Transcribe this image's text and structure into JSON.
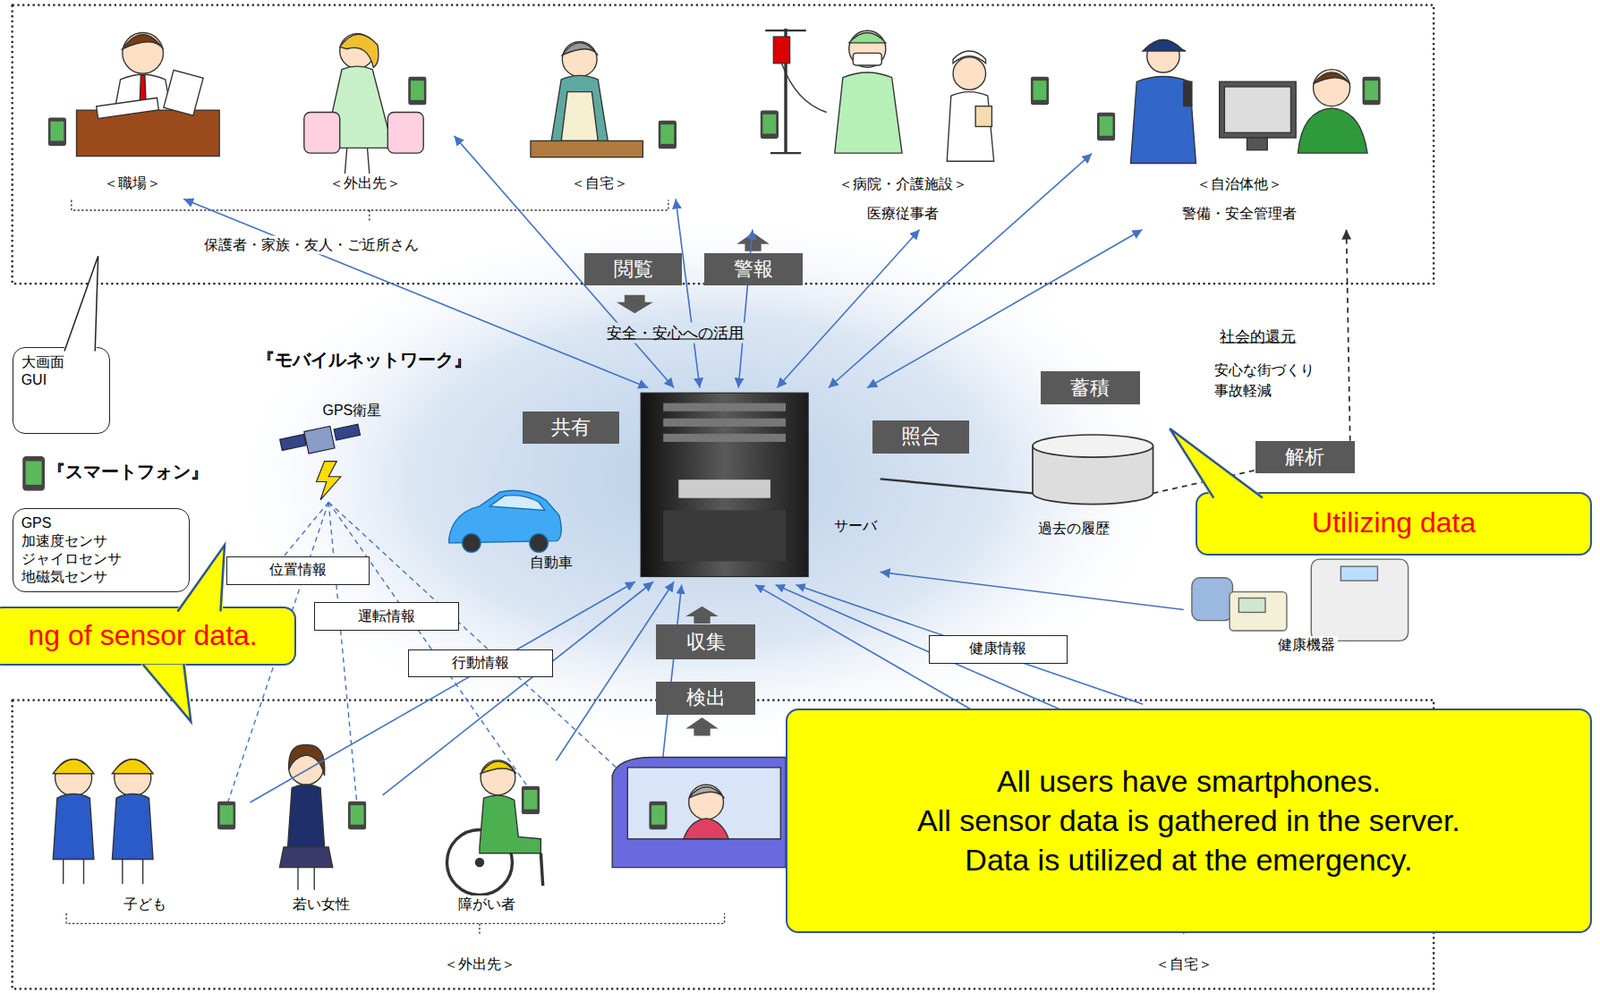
{
  "diagram": {
    "nodes": [
      {
        "text": [
          "＜職場＞"
        ]
      },
      {
        "text": [
          "＜外出先＞"
        ]
      },
      {
        "text": [
          "＜自宅＞"
        ]
      },
      {
        "text": [
          "＜病院・介護施設＞",
          "医療従事者"
        ]
      },
      {
        "text": [
          "＜自治体他＞",
          "警備・安全管理者"
        ]
      },
      {
        "text": [
          "閲覧"
        ]
      },
      {
        "text": [
          "警報"
        ]
      },
      {
        "text": [
          "大画面",
          "GUI"
        ]
      },
      {
        "text": [
          "共有"
        ]
      },
      {
        "text": [
          "サーバ"
        ]
      },
      {
        "text": [
          "照合"
        ]
      },
      {
        "text": [
          "蓄積"
        ]
      },
      {
        "text": [
          "過去の履歴"
        ]
      },
      {
        "text": [
          "解析"
        ]
      },
      {
        "text": [
          "GPS",
          "加速度センサ",
          "ジャイロセンサ",
          "地磁気センサ"
        ]
      },
      {
        "text": [
          "Utilizing data"
        ]
      },
      {
        "text": [
          "位置情報"
        ]
      },
      {
        "text": [
          "運転情報"
        ]
      },
      {
        "text": [
          "ng of sensor data."
        ]
      },
      {
        "text": [
          "行動情報"
        ]
      },
      {
        "text": [
          "収集"
        ]
      },
      {
        "text": [
          "健康情報"
        ]
      },
      {
        "text": [
          "健康機器"
        ]
      },
      {
        "text": [
          "検出"
        ]
      },
      {
        "text": [
          "子ども"
        ]
      },
      {
        "text": [
          "若い女性"
        ]
      },
      {
        "text": [
          "障がい者"
        ]
      },
      {
        "text": [
          "All users have smartphones.",
          "All sensor data is gathered in the server.",
          "Data is utilized at the emergency."
        ]
      }
    ],
    "edges": [
      {
        "from": 9,
        "to": 0,
        "arrow": "both"
      },
      {
        "from": 9,
        "to": 1,
        "arrow": "both"
      },
      {
        "from": 9,
        "to": 2,
        "arrow": "both"
      },
      {
        "from": 9,
        "to": 3,
        "arrow": "both"
      },
      {
        "from": 9,
        "to": 3,
        "arrow": "both"
      },
      {
        "from": 9,
        "to": 4,
        "arrow": "both"
      },
      {
        "from": 9,
        "to": 4,
        "arrow": "both"
      },
      {
        "from": 9,
        "to": 12,
        "arrow": "none"
      },
      {
        "from": 12,
        "to": 13,
        "arrow": "none"
      },
      {
        "from": 13,
        "to": 4,
        "arrow": "to"
      },
      {
        "from": 24,
        "to": 9,
        "arrow": "to"
      },
      {
        "from": 25,
        "to": 9,
        "arrow": "to"
      },
      {
        "from": 26,
        "to": 9,
        "arrow": "to"
      },
      {
        "from": 22,
        "to": 9,
        "arrow": "to"
      }
    ],
    "labels": [
      "保護者・家族・友人・ご近所さん",
      "安全・安心への活用",
      "『モバイルネットワーク』",
      "GPS衛星",
      "『スマートフォン』",
      "社会的還元",
      "安心な街づくり",
      "事故軽減",
      "自動車",
      "＜外出先＞",
      "＜自宅＞"
    ]
  }
}
